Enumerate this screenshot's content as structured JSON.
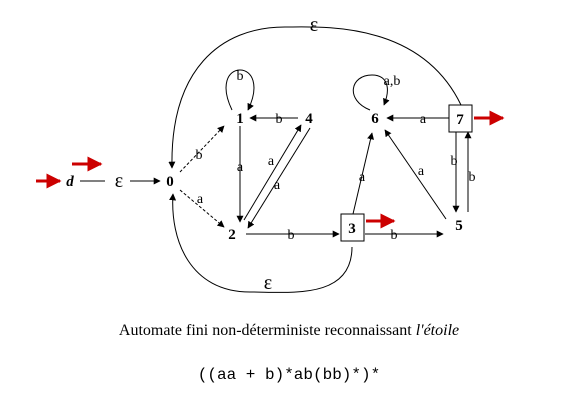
{
  "diagram": {
    "states": [
      {
        "id": "d",
        "label": "d",
        "italic": true,
        "boxed": false
      },
      {
        "id": "0",
        "label": "0",
        "boxed": false
      },
      {
        "id": "1",
        "label": "1",
        "boxed": false
      },
      {
        "id": "2",
        "label": "2",
        "boxed": false
      },
      {
        "id": "3",
        "label": "3",
        "boxed": true
      },
      {
        "id": "4",
        "label": "4",
        "boxed": false
      },
      {
        "id": "5",
        "label": "5",
        "boxed": false
      },
      {
        "id": "6",
        "label": "6",
        "boxed": false
      },
      {
        "id": "7",
        "label": "7",
        "boxed": true
      }
    ],
    "initial_state": "d",
    "accepting_states": [
      "3",
      "7"
    ],
    "transitions": [
      {
        "from": "d",
        "to": "0",
        "label": "ε"
      },
      {
        "from": "0",
        "to": "1",
        "label": "b"
      },
      {
        "from": "0",
        "to": "2",
        "label": "a"
      },
      {
        "from": "1",
        "to": "1",
        "label": "b"
      },
      {
        "from": "1",
        "to": "2",
        "label": "a"
      },
      {
        "from": "4",
        "to": "1",
        "label": "b"
      },
      {
        "from": "2",
        "to": "4",
        "label": "a"
      },
      {
        "from": "4",
        "to": "2",
        "label": "a"
      },
      {
        "from": "2",
        "to": "3",
        "label": "b"
      },
      {
        "from": "3",
        "to": "0",
        "label": "ε"
      },
      {
        "from": "3",
        "to": "6",
        "label": "a"
      },
      {
        "from": "3",
        "to": "5",
        "label": "b"
      },
      {
        "from": "5",
        "to": "6",
        "label": "a"
      },
      {
        "from": "6",
        "to": "6",
        "label": "a,b"
      },
      {
        "from": "7",
        "to": "6",
        "label": "a"
      },
      {
        "from": "7",
        "to": "5",
        "label": "b"
      },
      {
        "from": "5",
        "to": "7",
        "label": "b"
      },
      {
        "from": "7",
        "to": "0",
        "label": "ε"
      }
    ],
    "colors": {
      "marker_arrow": "#cc0000",
      "line": "#000000"
    }
  },
  "caption": {
    "text": "Automate fini non-déterministe reconnaissant ",
    "italic": "l'étoile",
    "regex": "((aa + b)*ab(bb)*)*"
  }
}
